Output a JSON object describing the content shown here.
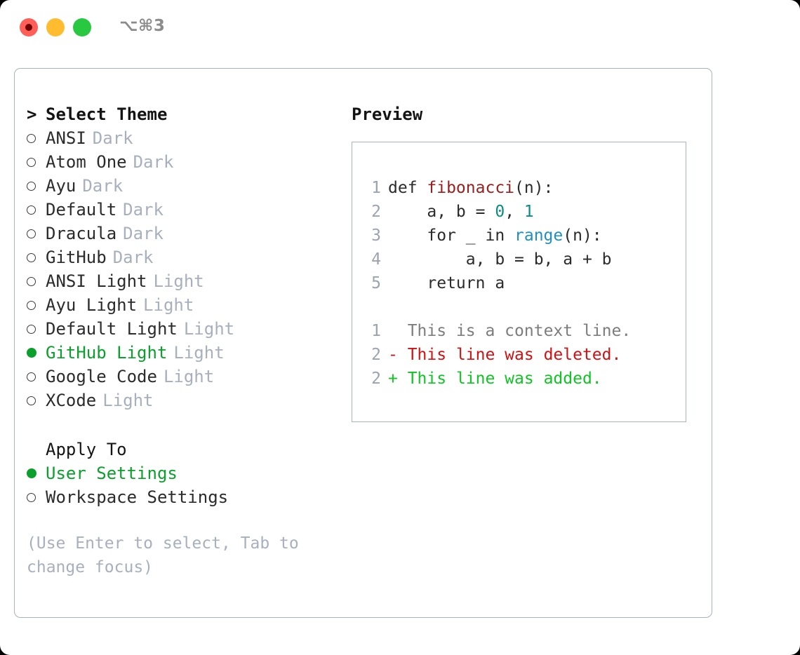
{
  "titlebar": {
    "shortcut": "⌥⌘3",
    "lights": [
      {
        "name": "close",
        "color": "#ff5f57"
      },
      {
        "name": "minimize",
        "color": "#febc2e"
      },
      {
        "name": "maximize",
        "color": "#28c840"
      }
    ]
  },
  "theme_section": {
    "caret": ">",
    "title": "Select Theme",
    "items": [
      {
        "label": "ANSI",
        "badge": "Dark",
        "selected": false
      },
      {
        "label": "Atom One",
        "badge": "Dark",
        "selected": false
      },
      {
        "label": "Ayu",
        "badge": "Dark",
        "selected": false
      },
      {
        "label": "Default",
        "badge": "Dark",
        "selected": false
      },
      {
        "label": "Dracula",
        "badge": "Dark",
        "selected": false
      },
      {
        "label": "GitHub",
        "badge": "Dark",
        "selected": false
      },
      {
        "label": "ANSI Light",
        "badge": "Light",
        "selected": false
      },
      {
        "label": "Ayu Light",
        "badge": "Light",
        "selected": false
      },
      {
        "label": "Default Light",
        "badge": "Light",
        "selected": false
      },
      {
        "label": "GitHub Light",
        "badge": "Light",
        "selected": true
      },
      {
        "label": "Google Code",
        "badge": "Light",
        "selected": false
      },
      {
        "label": "XCode",
        "badge": "Light",
        "selected": false
      }
    ]
  },
  "apply_section": {
    "title": "Apply To",
    "items": [
      {
        "label": "User Settings",
        "selected": true
      },
      {
        "label": "Workspace Settings",
        "selected": false
      }
    ]
  },
  "hint": "(Use Enter to select, Tab to change focus)",
  "preview": {
    "title": "Preview",
    "code_lines": [
      {
        "no": "1",
        "parts": [
          {
            "t": "def ",
            "k": "plain"
          },
          {
            "t": "fibonacci",
            "k": "fn"
          },
          {
            "t": "(n):",
            "k": "plain"
          }
        ]
      },
      {
        "no": "2",
        "parts": [
          {
            "t": "    a, b = ",
            "k": "plain"
          },
          {
            "t": "0",
            "k": "num"
          },
          {
            "t": ", ",
            "k": "plain"
          },
          {
            "t": "1",
            "k": "num"
          }
        ]
      },
      {
        "no": "3",
        "parts": [
          {
            "t": "    for _ in ",
            "k": "plain"
          },
          {
            "t": "range",
            "k": "builtin"
          },
          {
            "t": "(n):",
            "k": "plain"
          }
        ]
      },
      {
        "no": "4",
        "parts": [
          {
            "t": "        a, b = b, a + b",
            "k": "plain"
          }
        ]
      },
      {
        "no": "5",
        "parts": [
          {
            "t": "    return a",
            "k": "plain"
          }
        ]
      }
    ],
    "diff_lines": [
      {
        "no": "1",
        "marker": " ",
        "text": " This is a context line.",
        "kind": "context"
      },
      {
        "no": "2",
        "marker": "-",
        "text": " This line was deleted.",
        "kind": "deleted"
      },
      {
        "no": "2",
        "marker": "+",
        "text": " This line was added.",
        "kind": "added"
      }
    ]
  },
  "colors": {
    "accent_green": "#0ba02c",
    "muted": "#a8afbd",
    "border": "#aab1bf",
    "fn_red": "#9b1d1d",
    "builtin_blue": "#1f8fbf",
    "number_teal": "#0b8c85",
    "diff_delete": "#d01111",
    "diff_add": "#0fc423"
  }
}
